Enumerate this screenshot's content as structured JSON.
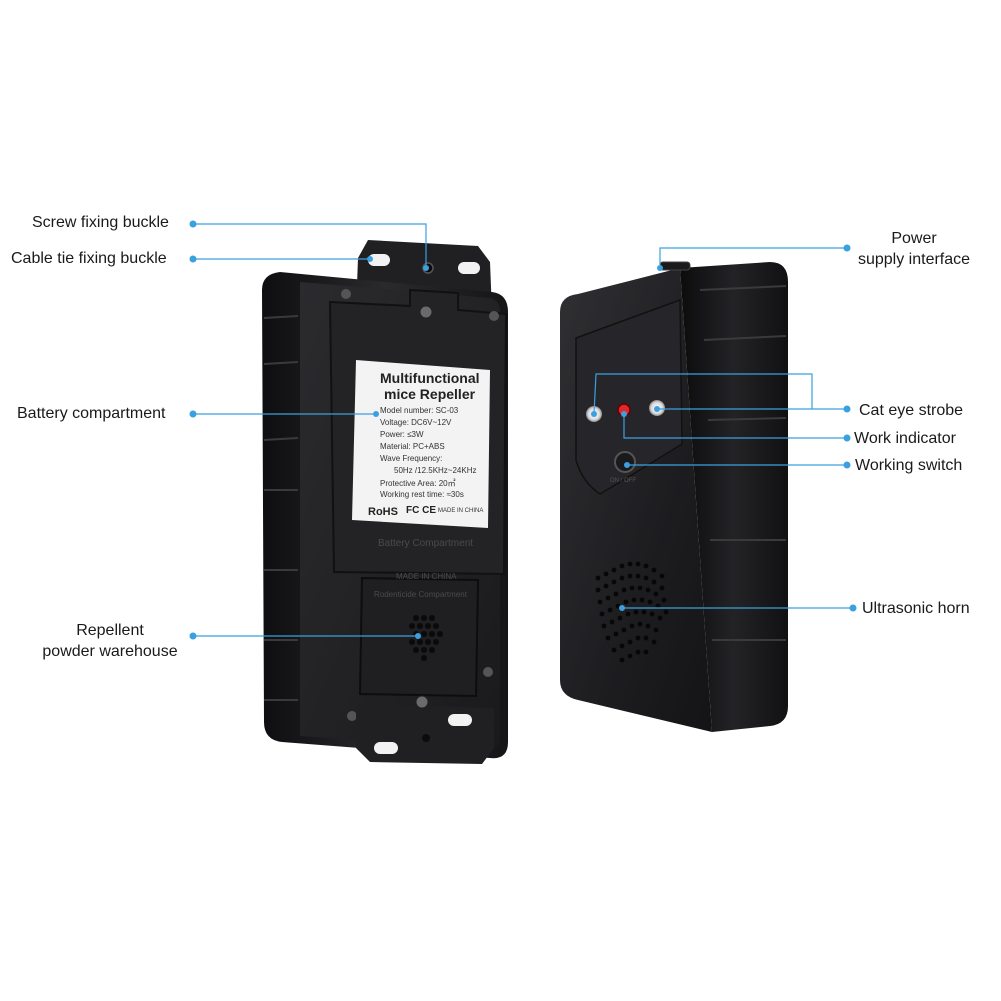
{
  "callouts": {
    "screw_fixing_buckle": "Screw fixing buckle",
    "cable_tie_fixing_buckle": "Cable tie fixing buckle",
    "battery_compartment": "Battery compartment",
    "repellent_line1": "Repellent",
    "repellent_line2": "powder warehouse",
    "power_line1": "Power",
    "power_line2": "supply interface",
    "cat_eye_strobe": "Cat eye strobe",
    "work_indicator": "Work indicator",
    "working_switch": "Working switch",
    "ultrasonic_horn": "Ultrasonic horn"
  },
  "product_label": {
    "title_line1": "Multifunctional",
    "title_line2": "mice Repeller",
    "model": "Model number: SC-03",
    "voltage": "Voltage: DC6V~12V",
    "power": "Power: ≤3W",
    "material": "Material: PC+ABS",
    "wave_frequency": "Wave Frequency:",
    "wave_values": "50Hz /12.5KHz~24KHz",
    "protective_area": "Protective Area: 20㎡",
    "rest_time": "Working rest time: ≈30s",
    "rohs": "RoHS",
    "fc_ce": "FC CE",
    "made_in_china_small": "MADE IN CHINA"
  },
  "embossed": {
    "battery_compartment": "Battery Compartment",
    "made_in_china": "MADE IN CHINA",
    "rodenticide_compartment": "Rodenticide Compartment",
    "on_off": "ON / OFF"
  },
  "colors": {
    "accent_line": "#3aa0e0",
    "device_body": "#1c1c1e",
    "label_bg": "#f3f3f3"
  }
}
